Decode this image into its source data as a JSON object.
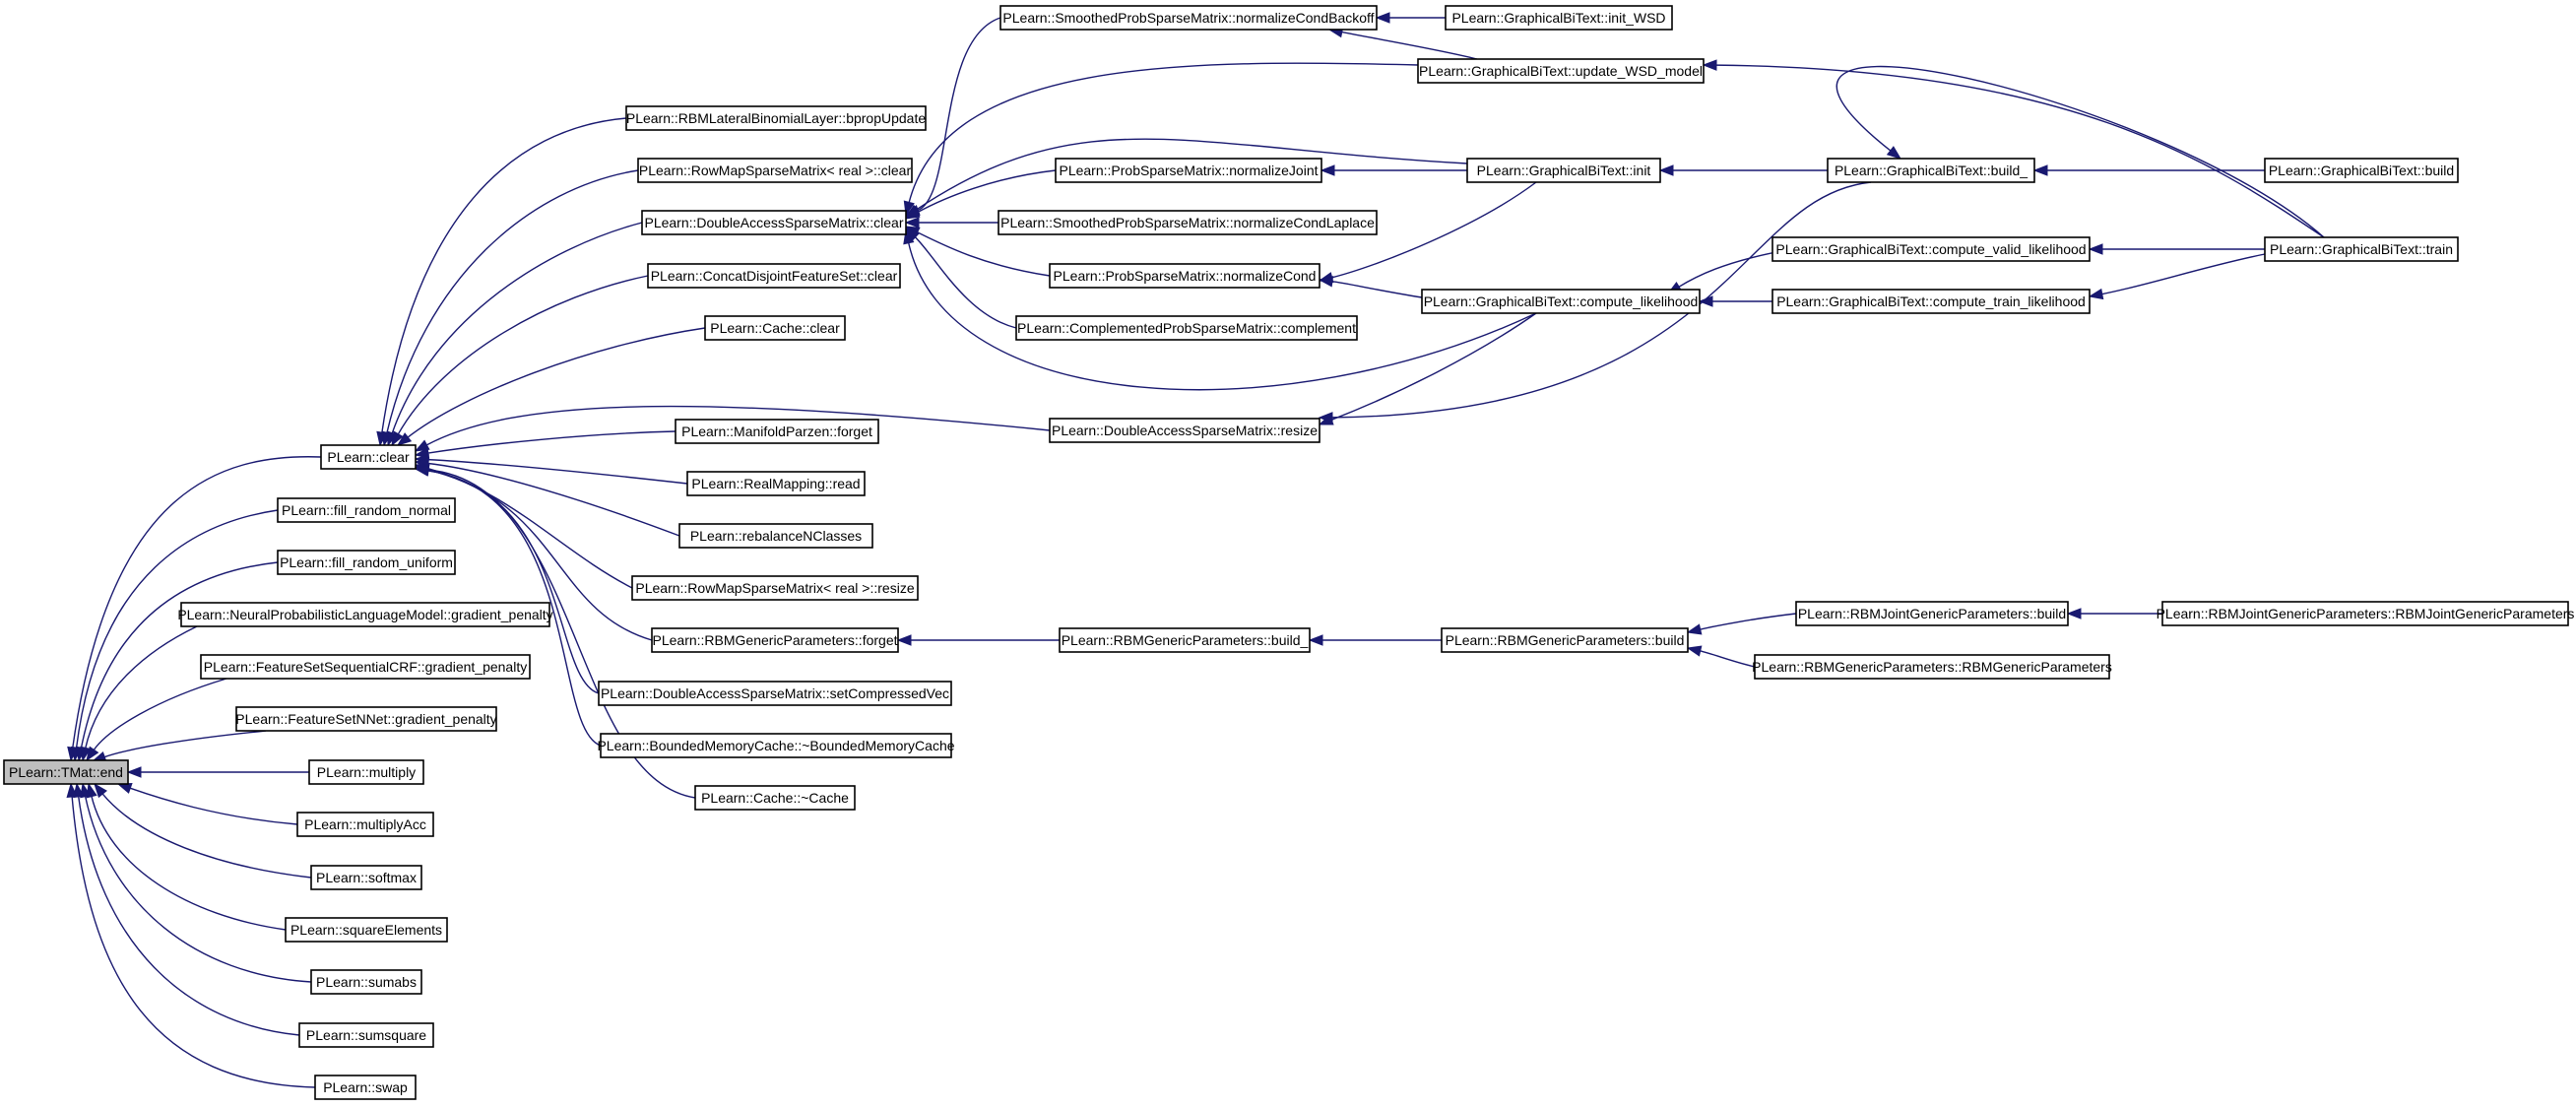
{
  "graph": {
    "nodes": [
      {
        "id": "tmat_end",
        "label": "PLearn::TMat::end",
        "root": true
      },
      {
        "id": "clear",
        "label": "PLearn::clear"
      },
      {
        "id": "fill_random_normal",
        "label": "PLearn::fill_random_normal"
      },
      {
        "id": "fill_random_uniform",
        "label": "PLearn::fill_random_uniform"
      },
      {
        "id": "nplm_gradient_penalty",
        "label": "PLearn::NeuralProbabilisticLanguageModel::gradient_penalty"
      },
      {
        "id": "fsscrf_gradient_penalty",
        "label": "PLearn::FeatureSetSequentialCRF::gradient_penalty"
      },
      {
        "id": "fsnnet_gradient_penalty",
        "label": "PLearn::FeatureSetNNet::gradient_penalty"
      },
      {
        "id": "multiply",
        "label": "PLearn::multiply"
      },
      {
        "id": "multiplyAcc",
        "label": "PLearn::multiplyAcc"
      },
      {
        "id": "softmax",
        "label": "PLearn::softmax"
      },
      {
        "id": "squareElements",
        "label": "PLearn::squareElements"
      },
      {
        "id": "sumabs",
        "label": "PLearn::sumabs"
      },
      {
        "id": "sumsquare",
        "label": "PLearn::sumsquare"
      },
      {
        "id": "swap",
        "label": "PLearn::swap"
      },
      {
        "id": "rbmlbl_bpropUpdate",
        "label": "PLearn::RBMLateralBinomialLayer::bpropUpdate"
      },
      {
        "id": "rowmap_clear",
        "label": "PLearn::RowMapSparseMatrix< real >::clear"
      },
      {
        "id": "dasm_clear",
        "label": "PLearn::DoubleAccessSparseMatrix::clear"
      },
      {
        "id": "cdfs_clear",
        "label": "PLearn::ConcatDisjointFeatureSet::clear"
      },
      {
        "id": "cache_clear",
        "label": "PLearn::Cache::clear"
      },
      {
        "id": "manifold_forget",
        "label": "PLearn::ManifoldParzen::forget"
      },
      {
        "id": "realmapping_read",
        "label": "PLearn::RealMapping::read"
      },
      {
        "id": "rebalance",
        "label": "PLearn::rebalanceNClasses"
      },
      {
        "id": "rowmap_resize",
        "label": "PLearn::RowMapSparseMatrix< real >::resize"
      },
      {
        "id": "rbmgp_forget",
        "label": "PLearn::RBMGenericParameters::forget"
      },
      {
        "id": "dasm_setCompressedVec",
        "label": "PLearn::DoubleAccessSparseMatrix::setCompressedVec"
      },
      {
        "id": "bmc_destructor",
        "label": "PLearn::BoundedMemoryCache::~BoundedMemoryCache"
      },
      {
        "id": "cache_destructor",
        "label": "PLearn::Cache::~Cache"
      },
      {
        "id": "spsm_normCondBackoff",
        "label": "PLearn::SmoothedProbSparseMatrix::normalizeCondBackoff"
      },
      {
        "id": "psm_normJoint",
        "label": "PLearn::ProbSparseMatrix::normalizeJoint"
      },
      {
        "id": "spsm_normCondLaplace",
        "label": "PLearn::SmoothedProbSparseMatrix::normalizeCondLaplace"
      },
      {
        "id": "psm_normCond",
        "label": "PLearn::ProbSparseMatrix::normalizeCond"
      },
      {
        "id": "cpsm_complement",
        "label": "PLearn::ComplementedProbSparseMatrix::complement"
      },
      {
        "id": "dasm_resize",
        "label": "PLearn::DoubleAccessSparseMatrix::resize"
      },
      {
        "id": "rbmgp_build_",
        "label": "PLearn::RBMGenericParameters::build_"
      },
      {
        "id": "gbt_init_WSD",
        "label": "PLearn::GraphicalBiText::init_WSD"
      },
      {
        "id": "gbt_update_WSD",
        "label": "PLearn::GraphicalBiText::update_WSD_model"
      },
      {
        "id": "gbt_init",
        "label": "PLearn::GraphicalBiText::init"
      },
      {
        "id": "gbt_compute_likelihood",
        "label": "PLearn::GraphicalBiText::compute_likelihood"
      },
      {
        "id": "rbmgp_build",
        "label": "PLearn::RBMGenericParameters::build"
      },
      {
        "id": "gbt_build_",
        "label": "PLearn::GraphicalBiText::build_"
      },
      {
        "id": "gbt_compute_valid",
        "label": "PLearn::GraphicalBiText::compute_valid_likelihood"
      },
      {
        "id": "gbt_compute_train",
        "label": "PLearn::GraphicalBiText::compute_train_likelihood"
      },
      {
        "id": "rbmjgp_build",
        "label": "PLearn::RBMJointGenericParameters::build"
      },
      {
        "id": "rbmgp_ctor",
        "label": "PLearn::RBMGenericParameters::RBMGenericParameters"
      },
      {
        "id": "gbt_build",
        "label": "PLearn::GraphicalBiText::build"
      },
      {
        "id": "gbt_train",
        "label": "PLearn::GraphicalBiText::train"
      },
      {
        "id": "rbmjgp_ctor",
        "label": "PLearn::RBMJointGenericParameters::RBMJointGenericParameters"
      }
    ],
    "edges": [
      {
        "from": "clear",
        "to": "tmat_end"
      },
      {
        "from": "fill_random_normal",
        "to": "tmat_end"
      },
      {
        "from": "fill_random_uniform",
        "to": "tmat_end"
      },
      {
        "from": "nplm_gradient_penalty",
        "to": "tmat_end"
      },
      {
        "from": "fsscrf_gradient_penalty",
        "to": "tmat_end"
      },
      {
        "from": "fsnnet_gradient_penalty",
        "to": "tmat_end"
      },
      {
        "from": "multiply",
        "to": "tmat_end"
      },
      {
        "from": "multiplyAcc",
        "to": "tmat_end"
      },
      {
        "from": "softmax",
        "to": "tmat_end"
      },
      {
        "from": "squareElements",
        "to": "tmat_end"
      },
      {
        "from": "sumabs",
        "to": "tmat_end"
      },
      {
        "from": "sumsquare",
        "to": "tmat_end"
      },
      {
        "from": "swap",
        "to": "tmat_end"
      },
      {
        "from": "rbmlbl_bpropUpdate",
        "to": "clear"
      },
      {
        "from": "rowmap_clear",
        "to": "clear"
      },
      {
        "from": "dasm_clear",
        "to": "clear"
      },
      {
        "from": "cdfs_clear",
        "to": "clear"
      },
      {
        "from": "cache_clear",
        "to": "clear"
      },
      {
        "from": "dasm_resize",
        "to": "clear"
      },
      {
        "from": "manifold_forget",
        "to": "clear"
      },
      {
        "from": "realmapping_read",
        "to": "clear"
      },
      {
        "from": "rebalance",
        "to": "clear"
      },
      {
        "from": "rowmap_resize",
        "to": "clear"
      },
      {
        "from": "rbmgp_forget",
        "to": "clear"
      },
      {
        "from": "dasm_setCompressedVec",
        "to": "clear"
      },
      {
        "from": "bmc_destructor",
        "to": "clear"
      },
      {
        "from": "cache_destructor",
        "to": "clear"
      },
      {
        "from": "spsm_normCondBackoff",
        "to": "dasm_clear"
      },
      {
        "from": "gbt_update_WSD",
        "to": "dasm_clear"
      },
      {
        "from": "gbt_init",
        "to": "dasm_clear"
      },
      {
        "from": "psm_normJoint",
        "to": "dasm_clear"
      },
      {
        "from": "spsm_normCondLaplace",
        "to": "dasm_clear"
      },
      {
        "from": "psm_normCond",
        "to": "dasm_clear"
      },
      {
        "from": "cpsm_complement",
        "to": "dasm_clear"
      },
      {
        "from": "gbt_compute_likelihood",
        "to": "dasm_clear"
      },
      {
        "from": "gbt_init_WSD",
        "to": "spsm_normCondBackoff"
      },
      {
        "from": "gbt_update_WSD",
        "to": "spsm_normCondBackoff"
      },
      {
        "from": "gbt_init",
        "to": "psm_normJoint"
      },
      {
        "from": "gbt_init",
        "to": "psm_normCond"
      },
      {
        "from": "gbt_compute_likelihood",
        "to": "psm_normCond"
      },
      {
        "from": "gbt_compute_likelihood",
        "to": "dasm_resize"
      },
      {
        "from": "gbt_build_",
        "to": "dasm_resize"
      },
      {
        "from": "gbt_build_",
        "to": "gbt_init"
      },
      {
        "from": "gbt_compute_valid",
        "to": "gbt_compute_likelihood"
      },
      {
        "from": "gbt_compute_train",
        "to": "gbt_compute_likelihood"
      },
      {
        "from": "gbt_build",
        "to": "gbt_build_"
      },
      {
        "from": "gbt_train",
        "to": "gbt_update_WSD"
      },
      {
        "from": "gbt_train",
        "to": "gbt_compute_valid"
      },
      {
        "from": "gbt_train",
        "to": "gbt_compute_train"
      },
      {
        "from": "gbt_train",
        "to": "gbt_build_"
      },
      {
        "from": "rbmgp_build_",
        "to": "rbmgp_forget"
      },
      {
        "from": "rbmgp_build",
        "to": "rbmgp_build_"
      },
      {
        "from": "rbmjgp_build",
        "to": "rbmgp_build"
      },
      {
        "from": "rbmgp_ctor",
        "to": "rbmgp_build"
      },
      {
        "from": "rbmjgp_ctor",
        "to": "rbmjgp_build"
      }
    ],
    "colors": {
      "edge": "#191970",
      "node_fill": "#ffffff",
      "root_fill": "#bfbfbf",
      "node_border": "#000000"
    }
  }
}
